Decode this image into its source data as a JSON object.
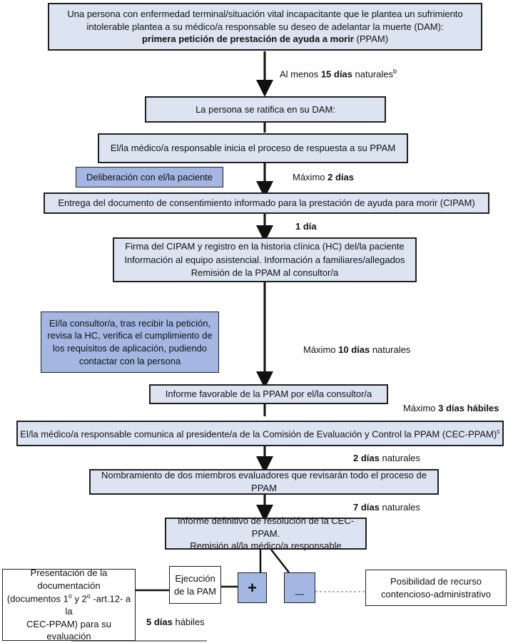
{
  "boxes": {
    "first_request": {
      "line1": "Una persona con enfermedad terminal/situación vital incapacitante que le plantea un sufrimiento",
      "line2": "intolerable plantea a su médico/a responsable su deseo de adelantar la muerte (DAM):",
      "line3_bold": "primera petición de prestación de ayuda a morir",
      "line3_rest": " (PPAM)"
    },
    "ratify": "La persona se ratifica en su DAM:",
    "doctor_starts": "El/la médico/a responsable inicia el proceso de respuesta a su PPAM",
    "deliberation": "Deliberación con el/la paciente",
    "cipam_delivery": "Entrega del documento de consentimiento informado para la prestación de ayuda para morir (CIPAM)",
    "signature": {
      "line1": "Firma del CIPAM y registro en la historia clínica (HC) del/la paciente",
      "line2": "Información al equipo asistencial. Información a familiares/allegados",
      "line3": "Remisión de la PPAM al consultor/a"
    },
    "consultant": {
      "line1": "El/la consultor/a, tras recibir la petición,",
      "line2": "revisa la HC, verifica el cumplimiento de",
      "line3": "los requisitos de aplicación, pudiendo",
      "line4": "contactar con la persona"
    },
    "favorable_report": "Informe favorable de la PPAM por el/la consultor/a",
    "communicate": "El/la médico/a responsable comunica al presidente/a de la Comisión de Evaluación y Control la PPAM (CEC-PPAM)",
    "communicate_sup": "c",
    "appointment": "Nombramiento de dos miembros evaluadores que revisarán todo el proceso de PPAM",
    "final_report": {
      "line1": "Informe definitivo de resolución de la CEC-PPAM.",
      "line2": "Remisión al/la médico/a responsable"
    },
    "presentation": {
      "line1": "Presentación de la",
      "line2": "documentación",
      "line3a": "(documentos 1",
      "sup1": "o",
      "line3b": " y 2",
      "sup2": "o",
      "line3c": " -art.12- a la",
      "line4": "CEC-PPAM) para su",
      "line5": "evaluación"
    },
    "execution": {
      "line1": "Ejecución",
      "line2": "de la PAM"
    },
    "plus": "+",
    "minus": "_",
    "appeal": {
      "line1": "Posibilidad de recurso",
      "line2": "contencioso-administrativo"
    }
  },
  "notes": {
    "n15": {
      "pre": "Al menos ",
      "bold": "15 días",
      "post": " naturales",
      "sup": "b"
    },
    "n2": {
      "pre": "Máximo ",
      "bold": "2 días",
      "post": ""
    },
    "n1": {
      "pre": "",
      "bold": "1 día",
      "post": ""
    },
    "n10": {
      "pre": "Máximo ",
      "bold": "10 días",
      "post": " naturales"
    },
    "n3": {
      "pre": "Máximo ",
      "bold": "3 días hábiles",
      "post": ""
    },
    "n2b": {
      "pre": "",
      "bold": "2 días",
      "post": " naturales"
    },
    "n7": {
      "pre": "",
      "bold": "7 días",
      "post": " naturales"
    },
    "n5": {
      "pre": "",
      "bold": "5 días",
      "post": " hábiles"
    }
  }
}
